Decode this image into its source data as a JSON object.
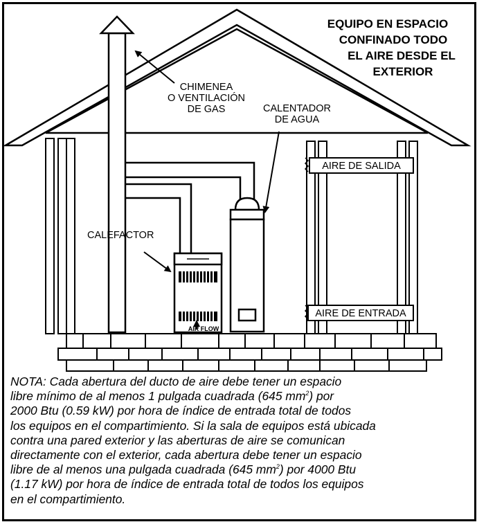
{
  "title_lines": [
    "EQUIPO EN ESPACIO",
    "CONFINADO TODO",
    "EL AIRE DESDE EL",
    "EXTERIOR"
  ],
  "labels": {
    "chimney": [
      "CHIMENEA",
      "O VENTILACIÓN",
      "DE GAS"
    ],
    "water_heater": [
      "CALENTADOR",
      "DE AGUA"
    ],
    "furnace": "CALEFACTOR",
    "air_outlet": "AIRE DE SALIDA",
    "air_inlet": "AIRE DE ENTRADA",
    "air_flow": "AIR FLOW"
  },
  "note": {
    "lines": [
      {
        "pre": "NOTA: Cada abertura del ducto de aire debe tener un espacio",
        "sup": "",
        "post": ""
      },
      {
        "pre": "libre mínimo de al menos 1 pulgada cuadrada (645 mm",
        "sup": "2",
        "post": ") por"
      },
      {
        "pre": "2000 Btu (0.59 kW) por hora de índice de entrada total de todos",
        "sup": "",
        "post": ""
      },
      {
        "pre": "los equipos en el compartimiento. Si la sala de equipos está ubicada",
        "sup": "",
        "post": ""
      },
      {
        "pre": "contra una pared exterior y las aberturas de aire se comunican",
        "sup": "",
        "post": ""
      },
      {
        "pre": "directamente con el exterior, cada abertura debe tener un espacio",
        "sup": "",
        "post": ""
      },
      {
        "pre": "libre de al menos una pulgada cuadrada (645 mm",
        "sup": "2",
        "post": ") por 4000 Btu"
      },
      {
        "pre": "(1.17 kW) por hora de índice de entrada total de todos los equipos",
        "sup": "",
        "post": ""
      },
      {
        "pre": "en el compartimiento.",
        "sup": "",
        "post": ""
      }
    ]
  }
}
